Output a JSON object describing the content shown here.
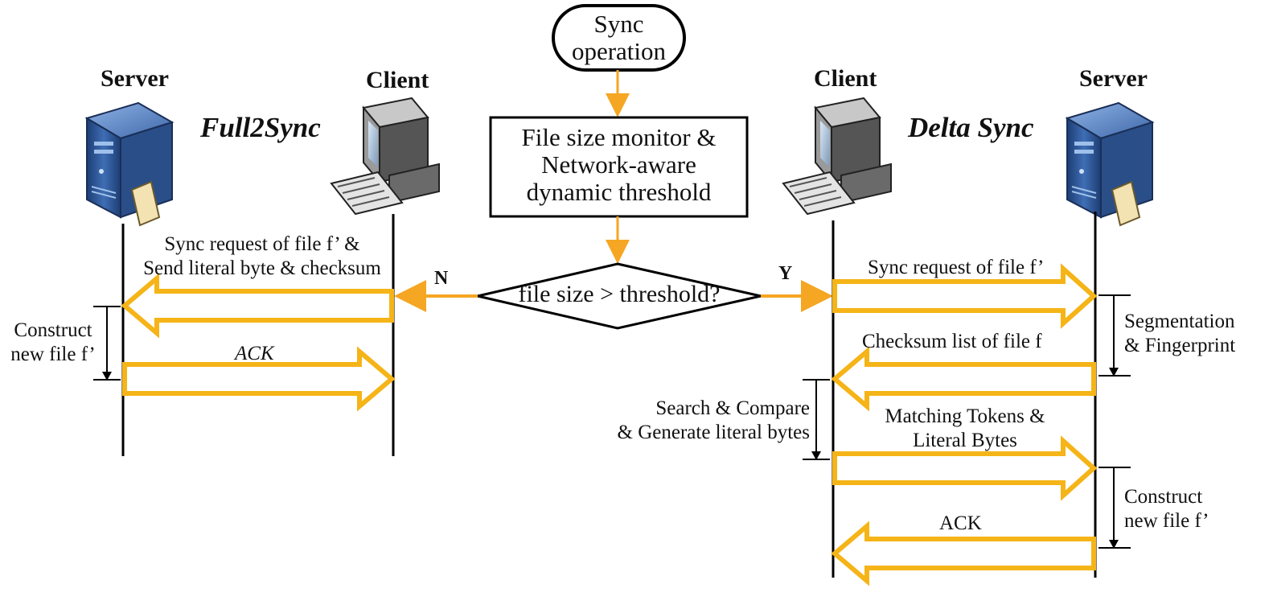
{
  "start": {
    "label_line1": "Sync",
    "label_line2": "operation"
  },
  "monitor": {
    "line1": "File size monitor &",
    "line2": "Network-aware",
    "line3": "dynamic threshold"
  },
  "decision": {
    "label": "file size > threshold?",
    "no": "N",
    "yes": "Y"
  },
  "full_sync": {
    "title": "Full2Sync",
    "server_label": "Server",
    "client_label": "Client",
    "request_line1": "Sync request of file f’ &",
    "request_line2": "Send literal byte & checksum",
    "ack": "ACK",
    "construct_line1": "Construct",
    "construct_line2": "new file f’"
  },
  "delta_sync": {
    "title": "Delta Sync",
    "server_label": "Server",
    "client_label": "Client",
    "request": "Sync request of file f’",
    "checksum": "Checksum list of file f",
    "segmentation_line1": "Segmentation",
    "segmentation_line2": "& Fingerprint",
    "search_line1": "Search & Compare",
    "search_line2": "& Generate literal bytes",
    "tokens_line1": "Matching Tokens &",
    "tokens_line2": "Literal Bytes",
    "construct_line1": "Construct",
    "construct_line2": "new file f’",
    "ack": "ACK"
  },
  "colors": {
    "arrow_fill": "#ffffff",
    "arrow_stroke": "#f5b417",
    "flow_arrow": "#f5a623",
    "line": "#000000",
    "server_blue": "#2d5590"
  }
}
